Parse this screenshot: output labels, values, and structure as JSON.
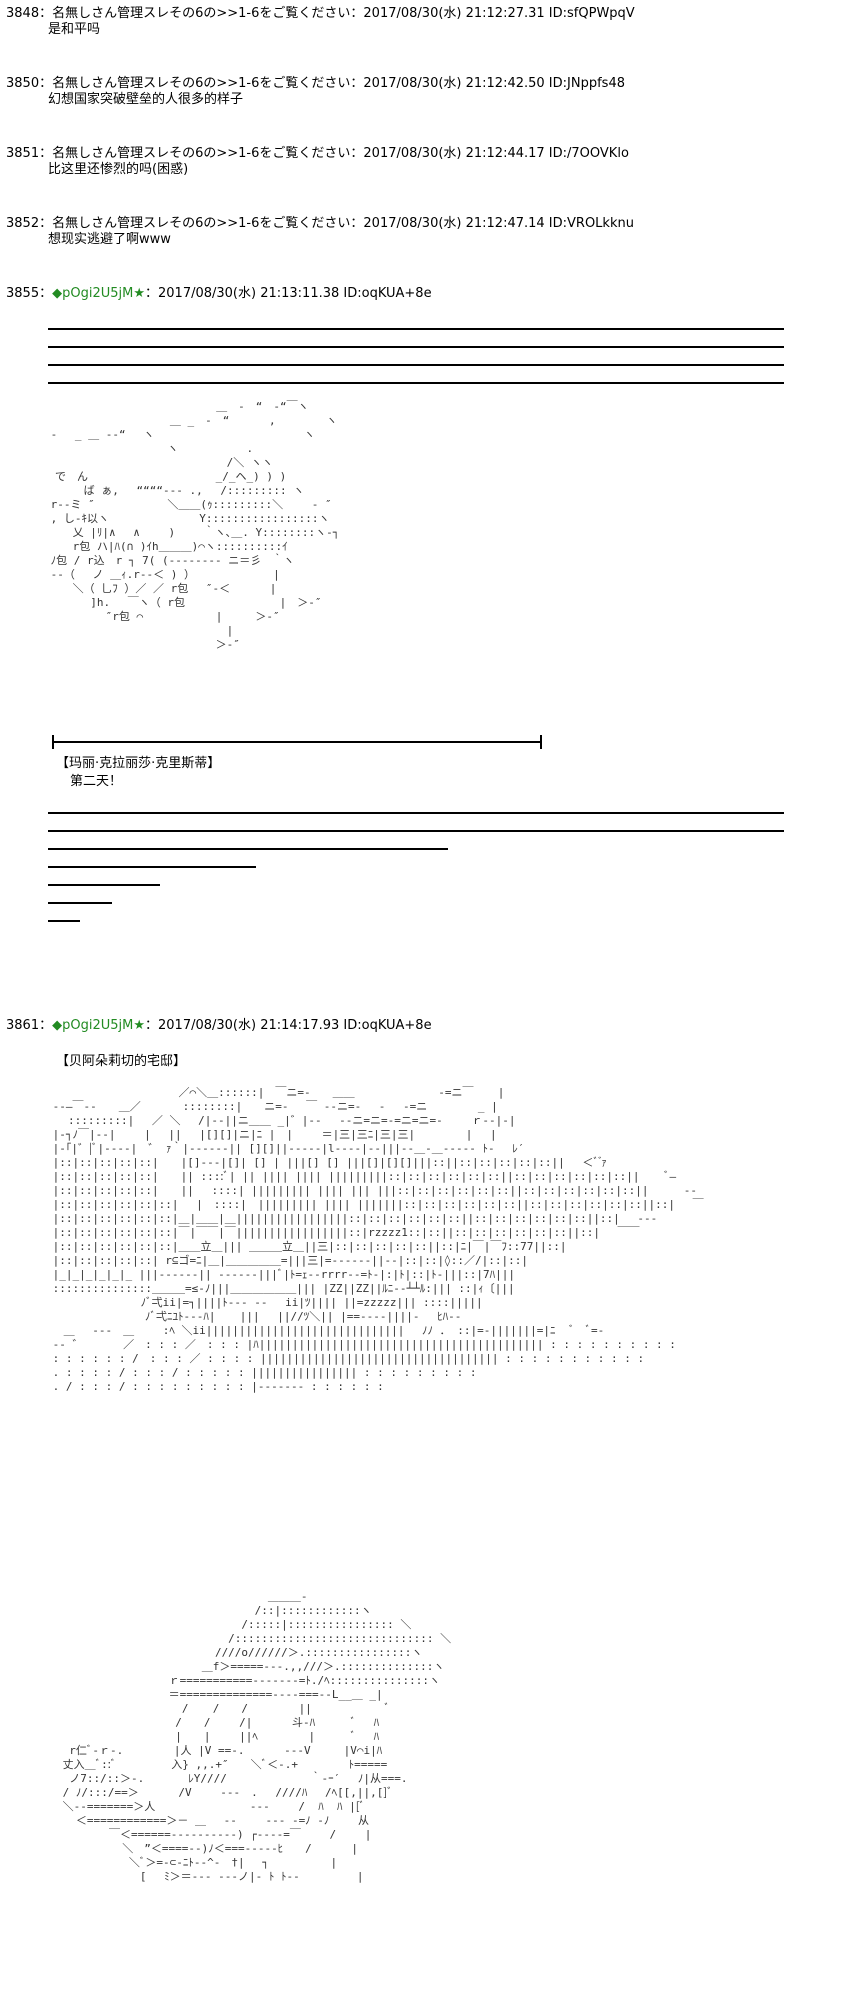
{
  "posts": [
    {
      "num": "3848",
      "sep": "：",
      "name": "名無しさん管理スレその6の>>1-6をご覧ください",
      "date": "：2017/08/30(水) 21:12:27.31 ID:sfQPWpqV",
      "body": "是和平吗"
    },
    {
      "num": "3850",
      "sep": "：",
      "name": "名無しさん管理スレその6の>>1-6をご覧ください",
      "date": "：2017/08/30(水) 21:12:42.50 ID:JNppfs48",
      "body": "幻想国家突破壁垒的人很多的样子"
    },
    {
      "num": "3851",
      "sep": "：",
      "name": "名無しさん管理スレその6の>>1-6をご覧ください",
      "date": "：2017/08/30(水) 21:12:44.17 ID:/7OOVKlo",
      "body": "比这里还惨烈的吗(困惑)"
    },
    {
      "num": "3852",
      "sep": "：",
      "name": "名無しさん管理スレその6の>>1-6をご覧ください",
      "date": "：2017/08/30(水) 21:12:47.14 ID:VROLkknu",
      "body": "想现实逃避了啊www"
    }
  ],
  "op1": {
    "num": "3855",
    "sep": "：",
    "trip": "◆pOgi2U5jM★",
    "date": "：2017/08/30(水) 21:13:11.38 ID:oqKUA+8e",
    "label1": "【玛丽·克拉丽莎·克里斯蒂】",
    "label2": "第二天！"
  },
  "op2": {
    "num": "3861",
    "sep": "：",
    "trip": "◆pOgi2U5jM★",
    "date": "：2017/08/30(水) 21:14:17.93 ID:oqKUA+8e",
    "label1": "【贝阿朵莉切的宅邸】"
  }
}
